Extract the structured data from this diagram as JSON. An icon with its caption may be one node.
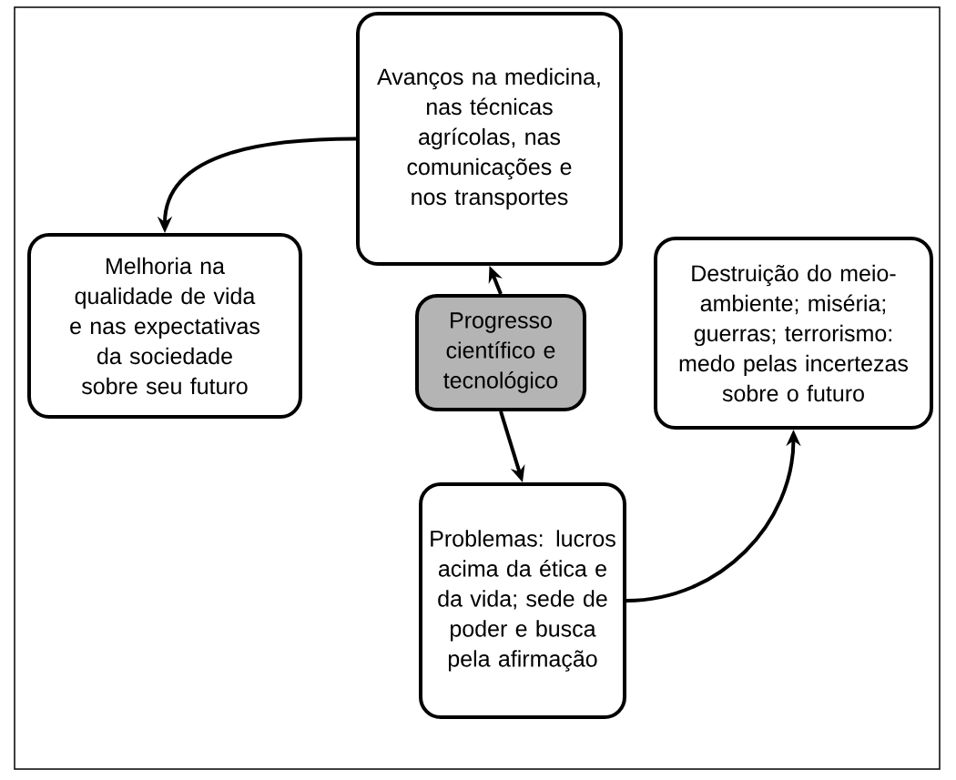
{
  "diagram": {
    "nodes": [
      {
        "text": [
          "Avanços na medicina, nas técnicas agrícolas, nas comunicações e nos transportes"
        ]
      },
      {
        "text": [
          "Melhoria na qualidade de vida e nas expectativas da sociedade sobre seu futuro"
        ]
      },
      {
        "text": [
          "Progresso científico e tecnológico"
        ]
      },
      {
        "text": [
          "Destruição do meio-ambiente; miséria; guerras; terrorismo: medo pelas incertezas sobre o futuro"
        ]
      },
      {
        "text": [
          "Problemas: lucros acima da ética e da vida; sede de poder e busca pela afirmação"
        ]
      }
    ],
    "edges": [
      {
        "from": 2,
        "to": 0,
        "arrow": "to"
      },
      {
        "from": 2,
        "to": 4,
        "arrow": "to"
      },
      {
        "from": 0,
        "to": 1,
        "arrow": "to"
      },
      {
        "from": 4,
        "to": 3,
        "arrow": "to"
      }
    ]
  }
}
